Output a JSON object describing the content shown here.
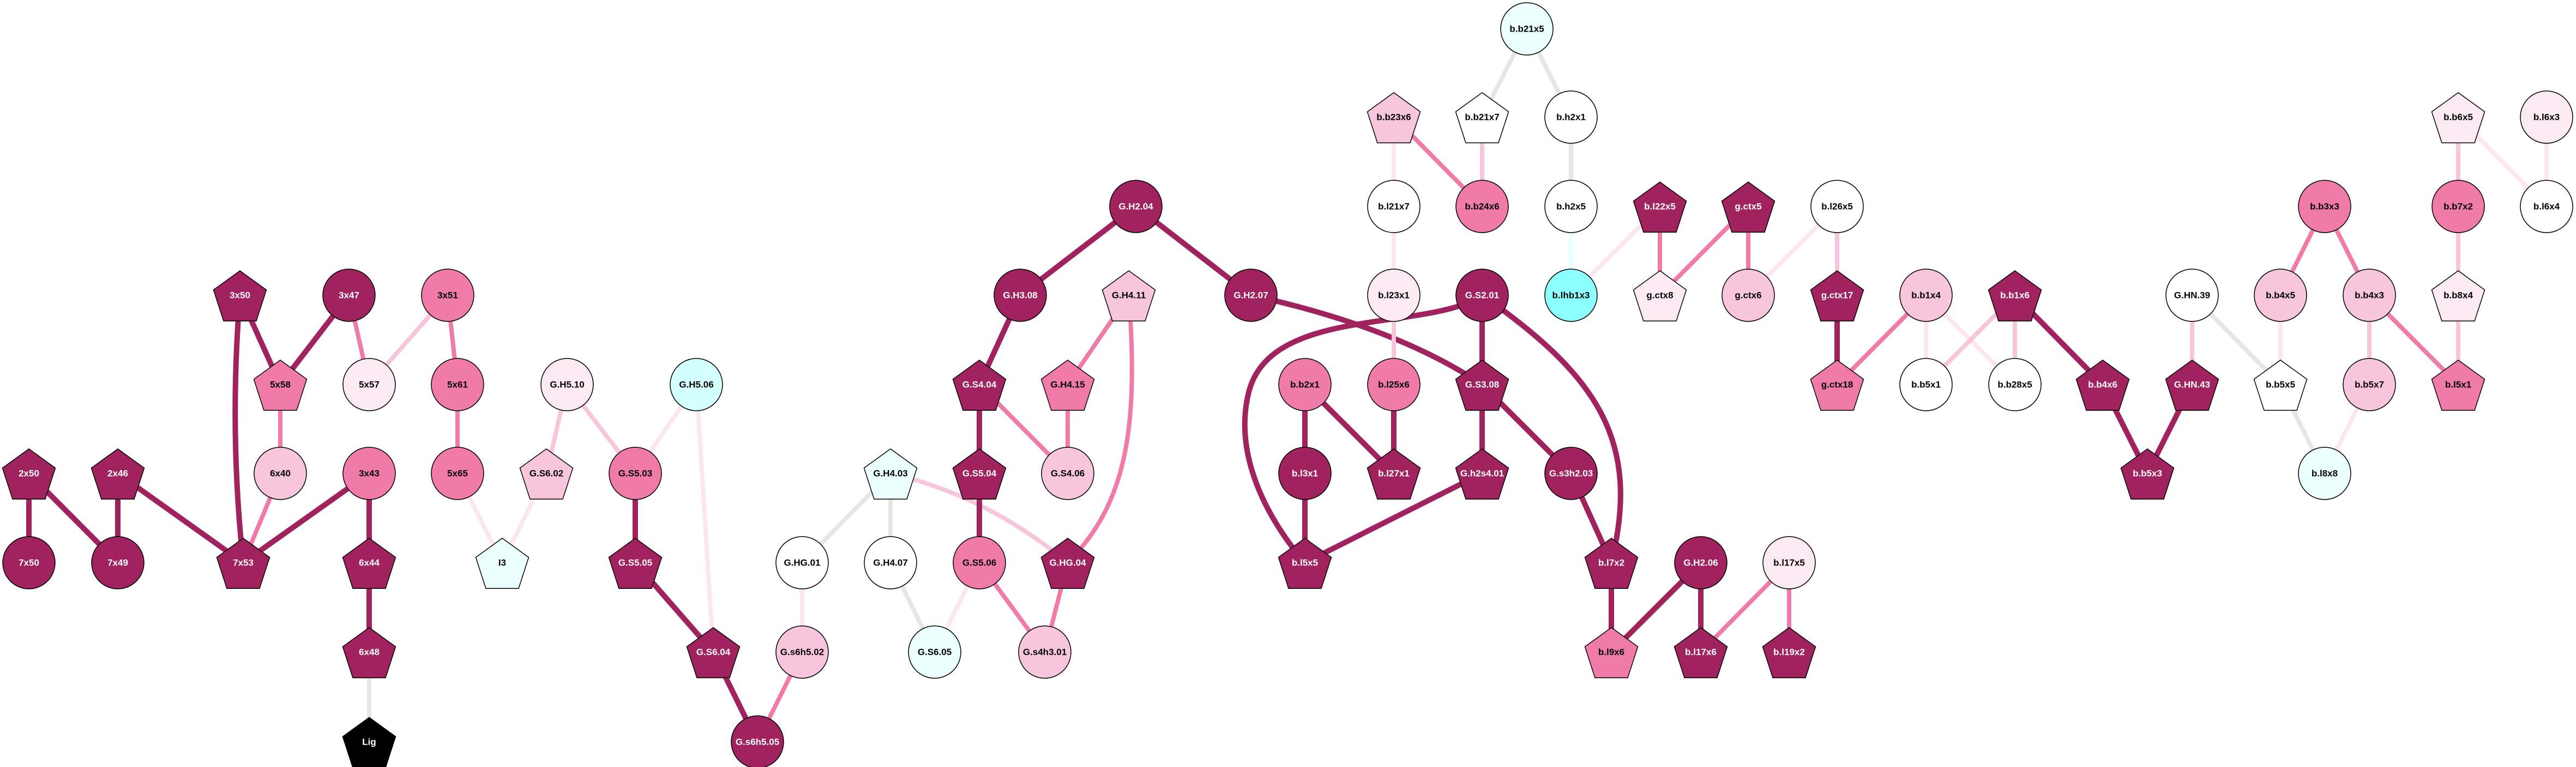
{
  "palette": {
    "dark": "#A0225E",
    "pink": "#F07BA8",
    "lightpink": "#F8C6DC",
    "verylight": "#FCEAF2",
    "white": "#FFFFFF",
    "cyanlight": "#EBFFFF",
    "cyan": "#D4FFFF",
    "cyanbright": "#8CFFFF",
    "black": "#000000",
    "gray": "#E6E6E6",
    "edge_verylight": "#FCE6EF",
    "edge_cyan": "#E6FFFF"
  },
  "nodes": [
    {
      "id": "3x50",
      "shape": "pentagon",
      "color": "dark"
    },
    {
      "id": "3x47",
      "shape": "circle",
      "color": "dark"
    },
    {
      "id": "3x51",
      "shape": "circle",
      "color": "pink"
    },
    {
      "id": "5x58",
      "shape": "pentagon",
      "color": "pink"
    },
    {
      "id": "5x57",
      "shape": "circle",
      "color": "verylight"
    },
    {
      "id": "5x61",
      "shape": "circle",
      "color": "pink"
    },
    {
      "id": "2x50",
      "shape": "pentagon",
      "color": "dark"
    },
    {
      "id": "2x46",
      "shape": "pentagon",
      "color": "dark"
    },
    {
      "id": "6x40",
      "shape": "circle",
      "color": "lightpink"
    },
    {
      "id": "3x43",
      "shape": "circle",
      "color": "pink"
    },
    {
      "id": "5x65",
      "shape": "circle",
      "color": "pink"
    },
    {
      "id": "7x50",
      "shape": "circle",
      "color": "dark"
    },
    {
      "id": "7x49",
      "shape": "circle",
      "color": "dark"
    },
    {
      "id": "7x53",
      "shape": "pentagon",
      "color": "dark"
    },
    {
      "id": "6x44",
      "shape": "pentagon",
      "color": "dark"
    },
    {
      "id": "I3",
      "shape": "pentagon",
      "color": "cyanlight"
    },
    {
      "id": "6x48",
      "shape": "pentagon",
      "color": "dark"
    },
    {
      "id": "Lig",
      "shape": "pentagon",
      "color": "black"
    },
    {
      "id": "G.H5.10",
      "shape": "circle",
      "color": "verylight"
    },
    {
      "id": "G.H5.06",
      "shape": "circle",
      "color": "cyan"
    },
    {
      "id": "G.S6.02",
      "shape": "pentagon",
      "color": "lightpink"
    },
    {
      "id": "G.S5.03",
      "shape": "circle",
      "color": "pink"
    },
    {
      "id": "G.S5.05",
      "shape": "pentagon",
      "color": "dark"
    },
    {
      "id": "G.S6.04",
      "shape": "pentagon",
      "color": "dark"
    },
    {
      "id": "G.s6h5.05",
      "shape": "circle",
      "color": "dark"
    },
    {
      "id": "G.s6h5.02",
      "shape": "circle",
      "color": "lightpink"
    },
    {
      "id": "G.HG.01",
      "shape": "circle",
      "color": "white"
    },
    {
      "id": "G.H4.03",
      "shape": "pentagon",
      "color": "cyanlight"
    },
    {
      "id": "G.H4.07",
      "shape": "circle",
      "color": "white"
    },
    {
      "id": "G.S6.05",
      "shape": "circle",
      "color": "cyanlight"
    },
    {
      "id": "G.H3.08",
      "shape": "circle",
      "color": "dark"
    },
    {
      "id": "G.S4.04",
      "shape": "pentagon",
      "color": "dark"
    },
    {
      "id": "G.S5.04",
      "shape": "pentagon",
      "color": "dark"
    },
    {
      "id": "G.S5.06",
      "shape": "circle",
      "color": "pink"
    },
    {
      "id": "G.s4h3.01",
      "shape": "circle",
      "color": "lightpink"
    },
    {
      "id": "G.H4.15",
      "shape": "pentagon",
      "color": "pink"
    },
    {
      "id": "G.S4.06",
      "shape": "circle",
      "color": "lightpink"
    },
    {
      "id": "G.HG.04",
      "shape": "pentagon",
      "color": "dark"
    },
    {
      "id": "G.H2.04",
      "shape": "circle",
      "color": "dark"
    },
    {
      "id": "G.H4.11",
      "shape": "pentagon",
      "color": "lightpink"
    },
    {
      "id": "G.H2.07",
      "shape": "circle",
      "color": "dark"
    },
    {
      "id": "b.b21x5",
      "shape": "circle",
      "color": "cyanlight"
    },
    {
      "id": "b.b23x6",
      "shape": "pentagon",
      "color": "lightpink"
    },
    {
      "id": "b.b21x7",
      "shape": "pentagon",
      "color": "white"
    },
    {
      "id": "b.h2x1",
      "shape": "circle",
      "color": "white"
    },
    {
      "id": "b.l21x7",
      "shape": "circle",
      "color": "white"
    },
    {
      "id": "b.b24x6",
      "shape": "circle",
      "color": "pink"
    },
    {
      "id": "b.h2x5",
      "shape": "circle",
      "color": "white"
    },
    {
      "id": "b.l22x5",
      "shape": "pentagon",
      "color": "dark"
    },
    {
      "id": "g.ctx5",
      "shape": "pentagon",
      "color": "dark"
    },
    {
      "id": "b.l23x1",
      "shape": "circle",
      "color": "verylight"
    },
    {
      "id": "G.S2.01",
      "shape": "circle",
      "color": "dark"
    },
    {
      "id": "b.lhb1x3",
      "shape": "circle",
      "color": "cyanbright"
    },
    {
      "id": "g.ctx8",
      "shape": "pentagon",
      "color": "verylight"
    },
    {
      "id": "g.ctx6",
      "shape": "circle",
      "color": "lightpink"
    },
    {
      "id": "b.b2x1",
      "shape": "circle",
      "color": "pink"
    },
    {
      "id": "b.l25x6",
      "shape": "circle",
      "color": "pink"
    },
    {
      "id": "G.S3.08",
      "shape": "pentagon",
      "color": "dark"
    },
    {
      "id": "b.l3x1",
      "shape": "circle",
      "color": "dark"
    },
    {
      "id": "b.l27x1",
      "shape": "pentagon",
      "color": "dark"
    },
    {
      "id": "G.h2s4.01",
      "shape": "pentagon",
      "color": "dark"
    },
    {
      "id": "G.s3h2.03",
      "shape": "circle",
      "color": "dark"
    },
    {
      "id": "b.l5x5",
      "shape": "pentagon",
      "color": "dark"
    },
    {
      "id": "b.l7x2",
      "shape": "pentagon",
      "color": "dark"
    },
    {
      "id": "G.H2.06",
      "shape": "circle",
      "color": "dark"
    },
    {
      "id": "b.l17x5",
      "shape": "circle",
      "color": "verylight"
    },
    {
      "id": "b.l9x6",
      "shape": "pentagon",
      "color": "pink"
    },
    {
      "id": "b.l17x6",
      "shape": "pentagon",
      "color": "dark"
    },
    {
      "id": "b.l19x2",
      "shape": "pentagon",
      "color": "dark"
    },
    {
      "id": "b.l26x5",
      "shape": "circle",
      "color": "white"
    },
    {
      "id": "g.ctx17",
      "shape": "pentagon",
      "color": "dark"
    },
    {
      "id": "g.ctx18",
      "shape": "pentagon",
      "color": "pink"
    },
    {
      "id": "b.b1x4",
      "shape": "circle",
      "color": "lightpink"
    },
    {
      "id": "b.b5x1",
      "shape": "circle",
      "color": "white"
    },
    {
      "id": "b.b1x6",
      "shape": "pentagon",
      "color": "dark"
    },
    {
      "id": "b.b28x5",
      "shape": "circle",
      "color": "white"
    },
    {
      "id": "b.b4x6",
      "shape": "pentagon",
      "color": "dark"
    },
    {
      "id": "b.b5x3",
      "shape": "pentagon",
      "color": "dark"
    },
    {
      "id": "G.HN.39",
      "shape": "circle",
      "color": "white"
    },
    {
      "id": "G.HN.43",
      "shape": "pentagon",
      "color": "dark"
    },
    {
      "id": "b.b4x5",
      "shape": "circle",
      "color": "lightpink"
    },
    {
      "id": "b.b5x5",
      "shape": "pentagon",
      "color": "white"
    },
    {
      "id": "b.l8x8",
      "shape": "circle",
      "color": "cyanlight"
    },
    {
      "id": "b.b3x3",
      "shape": "circle",
      "color": "pink"
    },
    {
      "id": "b.b4x3",
      "shape": "circle",
      "color": "lightpink"
    },
    {
      "id": "b.b5x7",
      "shape": "circle",
      "color": "lightpink"
    },
    {
      "id": "b.b7x2",
      "shape": "circle",
      "color": "pink"
    },
    {
      "id": "b.b6x5",
      "shape": "pentagon",
      "color": "verylight"
    },
    {
      "id": "b.b8x4",
      "shape": "pentagon",
      "color": "verylight"
    },
    {
      "id": "b.l5x1",
      "shape": "pentagon",
      "color": "pink"
    },
    {
      "id": "b.l6x3",
      "shape": "circle",
      "color": "verylight"
    },
    {
      "id": "b.l6x4",
      "shape": "circle",
      "color": "white"
    }
  ],
  "edges": [
    [
      "2x50",
      "7x50",
      "dark"
    ],
    [
      "2x50",
      "7x49",
      "dark"
    ],
    [
      "2x46",
      "7x49",
      "dark"
    ],
    [
      "2x46",
      "7x53",
      "dark"
    ],
    [
      "3x50",
      "7x53",
      "dark"
    ],
    [
      "3x50",
      "5x58",
      "dark"
    ],
    [
      "3x47",
      "5x58",
      "dark"
    ],
    [
      "3x47",
      "5x57",
      "pink"
    ],
    [
      "3x51",
      "5x57",
      "lightpink"
    ],
    [
      "3x51",
      "5x61",
      "pink"
    ],
    [
      "5x58",
      "6x40",
      "pink"
    ],
    [
      "6x40",
      "7x53",
      "pink"
    ],
    [
      "3x43",
      "7x53",
      "dark"
    ],
    [
      "3x43",
      "6x44",
      "dark"
    ],
    [
      "6x44",
      "6x48",
      "dark"
    ],
    [
      "6x48",
      "Lig",
      "gray"
    ],
    [
      "5x61",
      "5x65",
      "pink"
    ],
    [
      "5x65",
      "I3",
      "edge_verylight"
    ],
    [
      "G.S6.02",
      "I3",
      "edge_verylight"
    ],
    [
      "G.H5.10",
      "G.S6.02",
      "lightpink"
    ],
    [
      "G.H5.10",
      "G.S5.03",
      "lightpink"
    ],
    [
      "G.H5.06",
      "G.S5.03",
      "edge_verylight"
    ],
    [
      "G.H5.06",
      "G.S6.04",
      "edge_verylight"
    ],
    [
      "G.S5.03",
      "G.S5.05",
      "dark"
    ],
    [
      "G.S5.05",
      "G.S6.04",
      "dark"
    ],
    [
      "G.S6.04",
      "G.s6h5.05",
      "dark"
    ],
    [
      "G.s6h5.02",
      "G.s6h5.05",
      "pink"
    ],
    [
      "G.HG.01",
      "G.s6h5.02",
      "edge_verylight"
    ],
    [
      "G.H4.03",
      "G.HG.01",
      "gray"
    ],
    [
      "G.H4.03",
      "G.H4.07",
      "gray"
    ],
    [
      "G.H4.03",
      "G.HG.04",
      "lightpink"
    ],
    [
      "G.H4.07",
      "G.S6.05",
      "gray"
    ],
    [
      "G.S5.06",
      "G.S6.05",
      "edge_verylight"
    ],
    [
      "G.S5.06",
      "G.s4h3.01",
      "pink"
    ],
    [
      "G.HG.04",
      "G.s4h3.01",
      "pink"
    ],
    [
      "G.S5.04",
      "G.S5.06",
      "dark"
    ],
    [
      "G.S4.04",
      "G.S5.04",
      "dark"
    ],
    [
      "G.S4.04",
      "G.S4.06",
      "pink"
    ],
    [
      "G.H4.15",
      "G.S4.06",
      "pink"
    ],
    [
      "G.H4.11",
      "G.H4.15",
      "pink"
    ],
    [
      "G.H4.11",
      "G.HG.04",
      "pink"
    ],
    [
      "G.H3.08",
      "G.S4.04",
      "dark"
    ],
    [
      "G.H2.04",
      "G.H3.08",
      "dark"
    ],
    [
      "G.H2.04",
      "G.H2.07",
      "dark"
    ],
    [
      "G.H2.07",
      "G.S3.08",
      "dark"
    ],
    [
      "G.S2.01",
      "G.S3.08",
      "dark"
    ],
    [
      "G.S2.01",
      "b.l5x5",
      "dark"
    ],
    [
      "G.S2.01",
      "b.l7x2",
      "dark"
    ],
    [
      "G.S3.08",
      "G.h2s4.01",
      "dark"
    ],
    [
      "G.S3.08",
      "G.s3h2.03",
      "dark"
    ],
    [
      "G.h2s4.01",
      "b.l5x5",
      "dark"
    ],
    [
      "b.l3x1",
      "b.l5x5",
      "dark"
    ],
    [
      "b.b2x1",
      "b.l3x1",
      "dark"
    ],
    [
      "b.b2x1",
      "b.l27x1",
      "dark"
    ],
    [
      "b.l25x6",
      "b.l27x1",
      "dark"
    ],
    [
      "b.l23x1",
      "b.l25x6",
      "lightpink"
    ],
    [
      "b.l21x7",
      "b.l23x1",
      "edge_verylight"
    ],
    [
      "b.b23x6",
      "b.l21x7",
      "edge_verylight"
    ],
    [
      "b.b23x6",
      "b.b24x6",
      "pink"
    ],
    [
      "b.b21x7",
      "b.b24x6",
      "lightpink"
    ],
    [
      "b.b21x5",
      "b.b21x7",
      "gray"
    ],
    [
      "b.b21x5",
      "b.h2x1",
      "gray"
    ],
    [
      "b.h2x1",
      "b.h2x5",
      "gray"
    ],
    [
      "b.h2x5",
      "b.lhb1x3",
      "edge_cyan"
    ],
    [
      "b.l22x5",
      "b.lhb1x3",
      "edge_verylight"
    ],
    [
      "b.l22x5",
      "g.ctx8",
      "pink"
    ],
    [
      "g.ctx5",
      "g.ctx8",
      "pink"
    ],
    [
      "g.ctx5",
      "g.ctx6",
      "pink"
    ],
    [
      "g.ctx6",
      "b.l26x5",
      "edge_verylight"
    ],
    [
      "G.s3h2.03",
      "b.l7x2",
      "dark"
    ],
    [
      "b.l7x2",
      "b.l9x6",
      "dark"
    ],
    [
      "G.H2.06",
      "b.l9x6",
      "dark"
    ],
    [
      "G.H2.06",
      "b.l17x6",
      "dark"
    ],
    [
      "b.l17x5",
      "b.l17x6",
      "pink"
    ],
    [
      "b.l17x5",
      "b.l19x2",
      "pink"
    ],
    [
      "b.l26x5",
      "g.ctx17",
      "lightpink"
    ],
    [
      "g.ctx17",
      "g.ctx18",
      "dark"
    ],
    [
      "b.b1x4",
      "g.ctx18",
      "pink"
    ],
    [
      "b.b1x4",
      "b.b5x1",
      "edge_verylight"
    ],
    [
      "b.b1x4",
      "b.b28x5",
      "edge_verylight"
    ],
    [
      "b.b1x6",
      "b.b5x1",
      "lightpink"
    ],
    [
      "b.b1x6",
      "b.b28x5",
      "lightpink"
    ],
    [
      "b.b1x6",
      "b.b4x6",
      "dark"
    ],
    [
      "b.b4x6",
      "b.b5x3",
      "dark"
    ],
    [
      "G.HN.43",
      "b.b5x3",
      "dark"
    ],
    [
      "G.HN.39",
      "G.HN.43",
      "lightpink"
    ],
    [
      "G.HN.39",
      "b.b5x5",
      "gray"
    ],
    [
      "b.b4x5",
      "b.b5x5",
      "edge_verylight"
    ],
    [
      "b.b5x5",
      "b.l8x8",
      "gray"
    ],
    [
      "b.b5x7",
      "b.l8x8",
      "edge_verylight"
    ],
    [
      "b.b3x3",
      "b.b4x5",
      "pink"
    ],
    [
      "b.b3x3",
      "b.b4x3",
      "pink"
    ],
    [
      "b.b4x3",
      "b.b5x7",
      "lightpink"
    ],
    [
      "b.b4x3",
      "b.l5x1",
      "pink"
    ],
    [
      "b.b8x4",
      "b.l5x1",
      "lightpink"
    ],
    [
      "b.b7x2",
      "b.b8x4",
      "lightpink"
    ],
    [
      "b.b6x5",
      "b.b7x2",
      "lightpink"
    ],
    [
      "b.b6x5",
      "b.l6x4",
      "edge_verylight"
    ],
    [
      "b.l6x3",
      "b.l6x4",
      "edge_verylight"
    ]
  ]
}
